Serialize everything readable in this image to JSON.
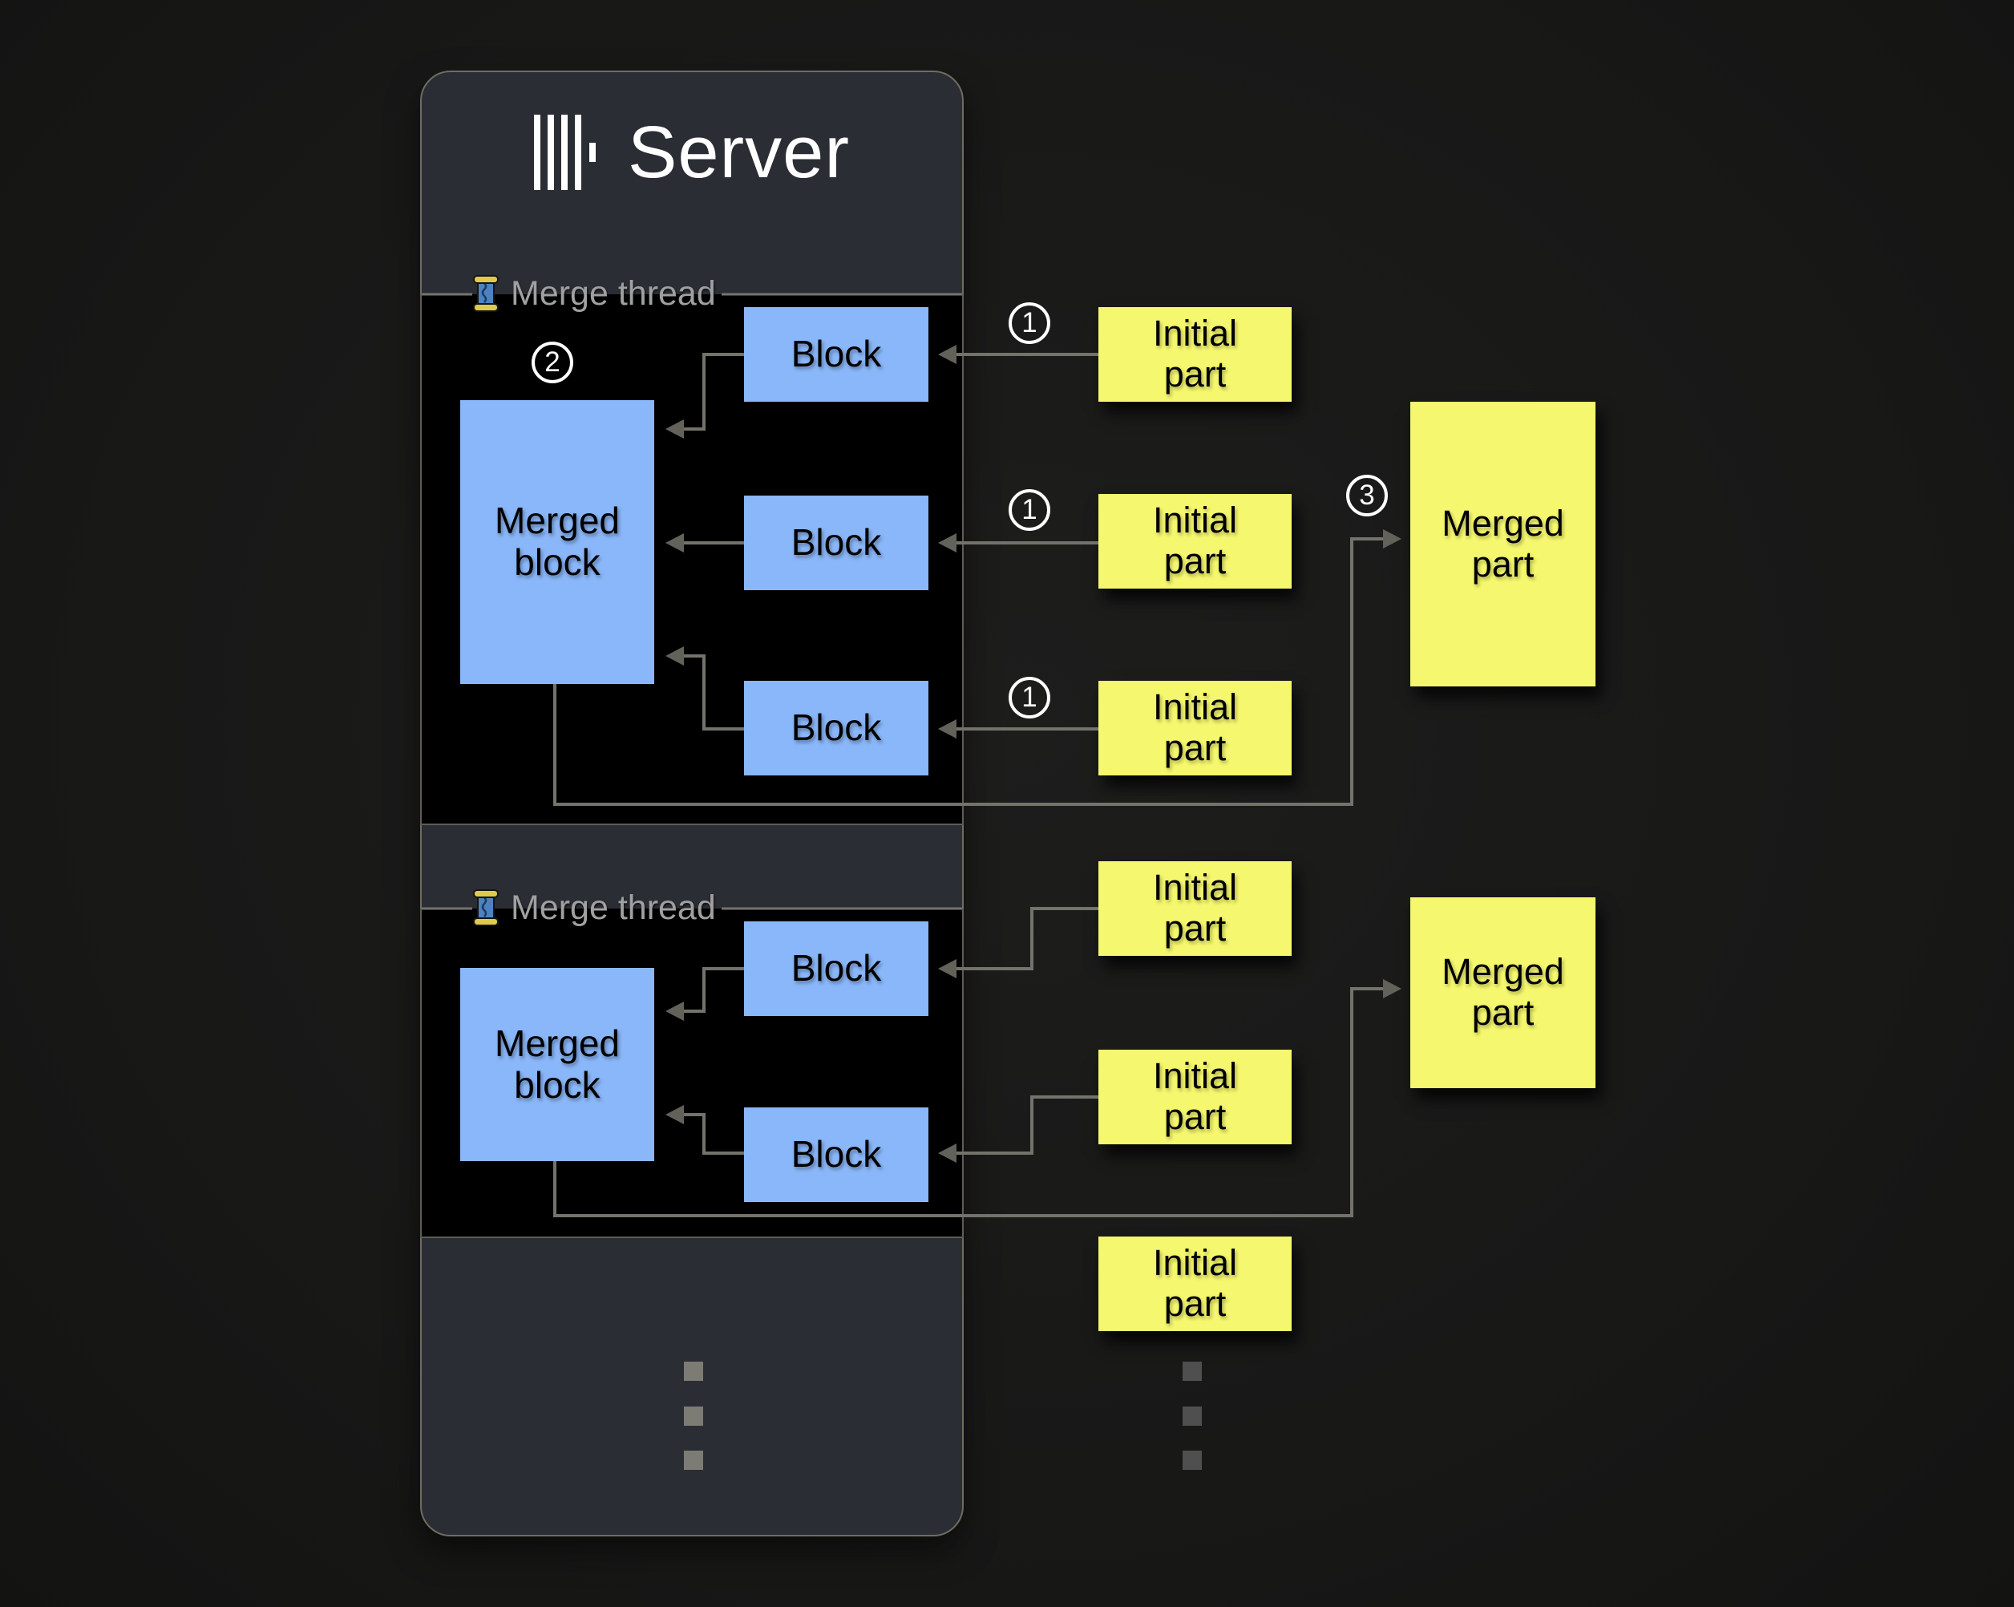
{
  "server": {
    "title": "Server"
  },
  "merge_threads": [
    {
      "label": "Merge thread",
      "merged_block": "Merged block",
      "blocks": [
        "Block",
        "Block",
        "Block"
      ],
      "badge": "2"
    },
    {
      "label": "Merge thread",
      "merged_block": "Merged block",
      "blocks": [
        "Block",
        "Block"
      ]
    }
  ],
  "parts": {
    "group1": {
      "initial": [
        "Initial part",
        "Initial part",
        "Initial part"
      ],
      "badges": [
        "1",
        "1",
        "1"
      ],
      "merged": "Merged part",
      "merge_badge": "3"
    },
    "group2": {
      "initial": [
        "Initial part",
        "Initial part",
        "Initial part"
      ],
      "merged": "Merged part"
    }
  },
  "icons": {
    "logo": "clickhouse-logo-icon",
    "thread": "thread-spool-icon"
  },
  "colors": {
    "block_blue": "#8ab7f9",
    "part_yellow": "#f5f76e",
    "panel_bg": "#2b2d35",
    "section_bg": "#000000",
    "arrow_gray": "#74736b",
    "label_gray": "#a0a0a0"
  }
}
